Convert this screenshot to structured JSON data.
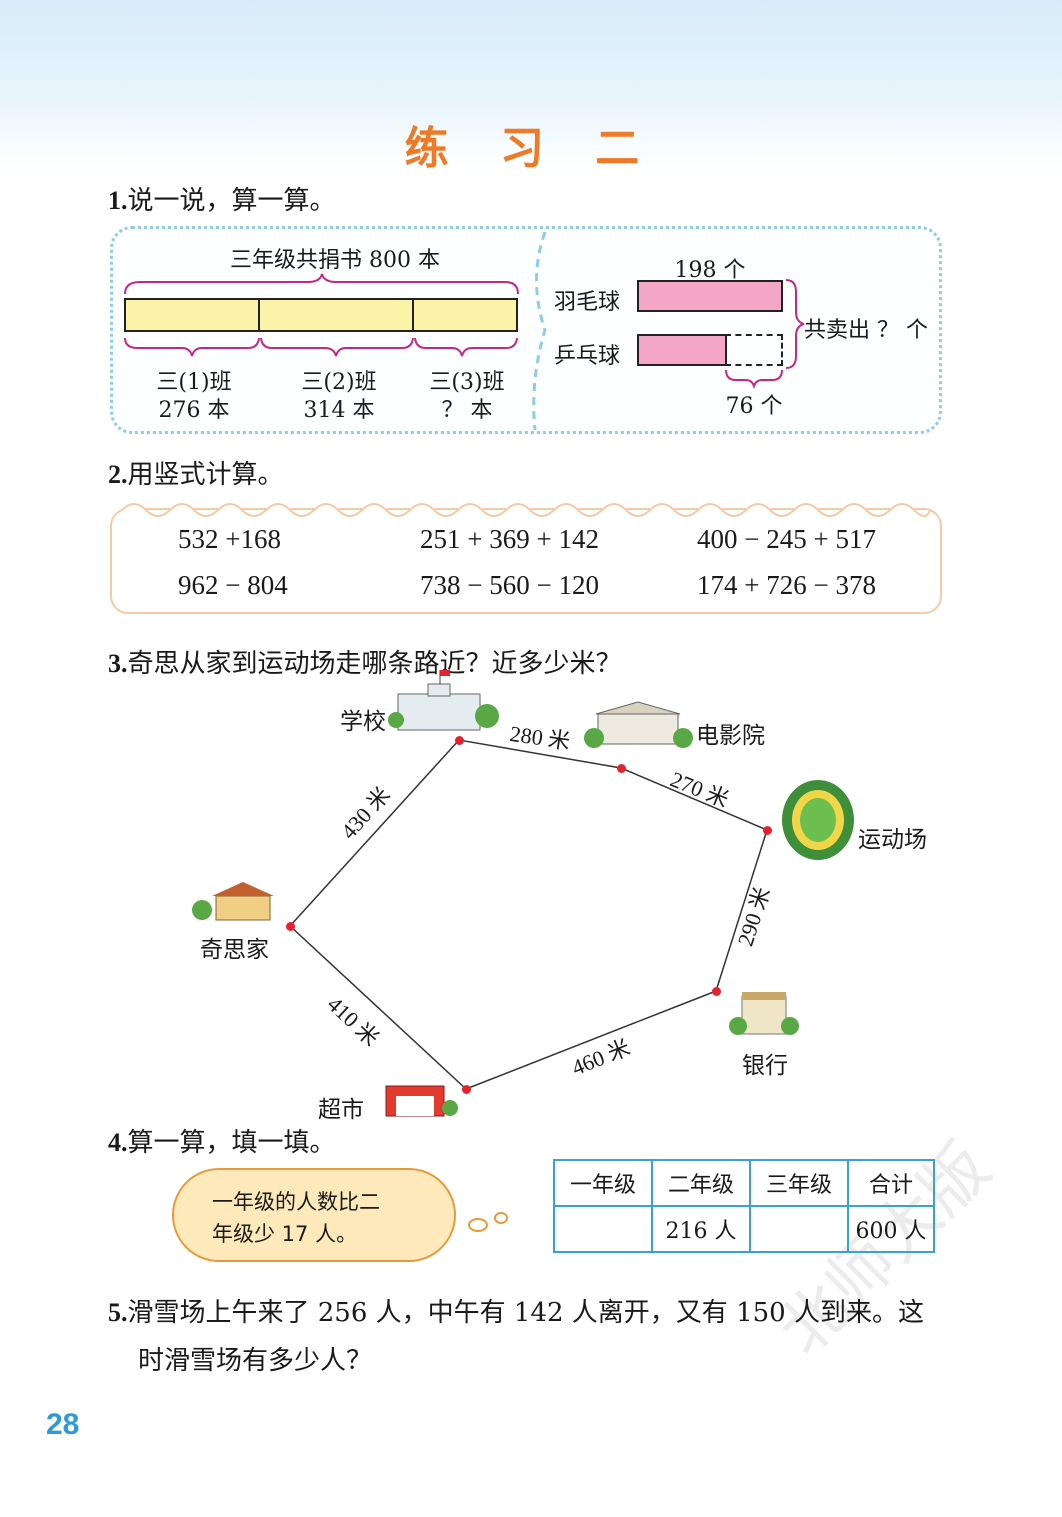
{
  "title": "练 习 二",
  "page_number": "28",
  "q1": {
    "num": "1.",
    "text": "说一说，算一算。",
    "total_label": "三年级共捐书 800 本",
    "classes": [
      {
        "name": "三(1)班",
        "amount": "276 本"
      },
      {
        "name": "三(2)班",
        "amount": "314 本"
      },
      {
        "name": "三(3)班",
        "amount": "？ 本"
      }
    ],
    "badminton_label": "羽毛球",
    "badminton_count": "198 个",
    "pingpong_label": "乒乓球",
    "diff_label": "76 个",
    "total_sold": "共卖出 ？ 个"
  },
  "q2": {
    "num": "2.",
    "text": "用竖式计算。",
    "exprs": [
      "532 +168",
      "251 + 369 + 142",
      "400 − 245 + 517",
      "962 − 804",
      "738 − 560 − 120",
      "174 + 726 − 378"
    ]
  },
  "q3": {
    "num": "3.",
    "text": "奇思从家到运动场走哪条路近？近多少米？",
    "places": {
      "school": "学校",
      "cinema": "电影院",
      "stadium": "运动场",
      "home": "奇思家",
      "bank": "银行",
      "market": "超市"
    },
    "distances": {
      "home_school": "430 米",
      "school_cinema": "280 米",
      "cinema_stadium": "270 米",
      "stadium_bank": "290 米",
      "bank_market": "460 米",
      "market_home": "410 米"
    }
  },
  "q4": {
    "num": "4.",
    "text": "算一算，填一填。",
    "bubble_line1": "一年级的人数比二",
    "bubble_line2": "年级少 17 人。",
    "headers": [
      "一年级",
      "二年级",
      "三年级",
      "合计"
    ],
    "values": [
      "",
      "216 人",
      "",
      "600 人"
    ]
  },
  "q5": {
    "num": "5.",
    "line1": "滑雪场上午来了 256 人，中午有 142 人离开，又有 150 人到来。这",
    "line2": "时滑雪场有多少人？"
  },
  "watermark": "北师大版",
  "colors": {
    "title": "#ec7a28",
    "page_number": "#2e9ad6",
    "bar": "#fbf4a8",
    "pink": "#f4a6c6",
    "table_border": "#3aa0d8"
  }
}
